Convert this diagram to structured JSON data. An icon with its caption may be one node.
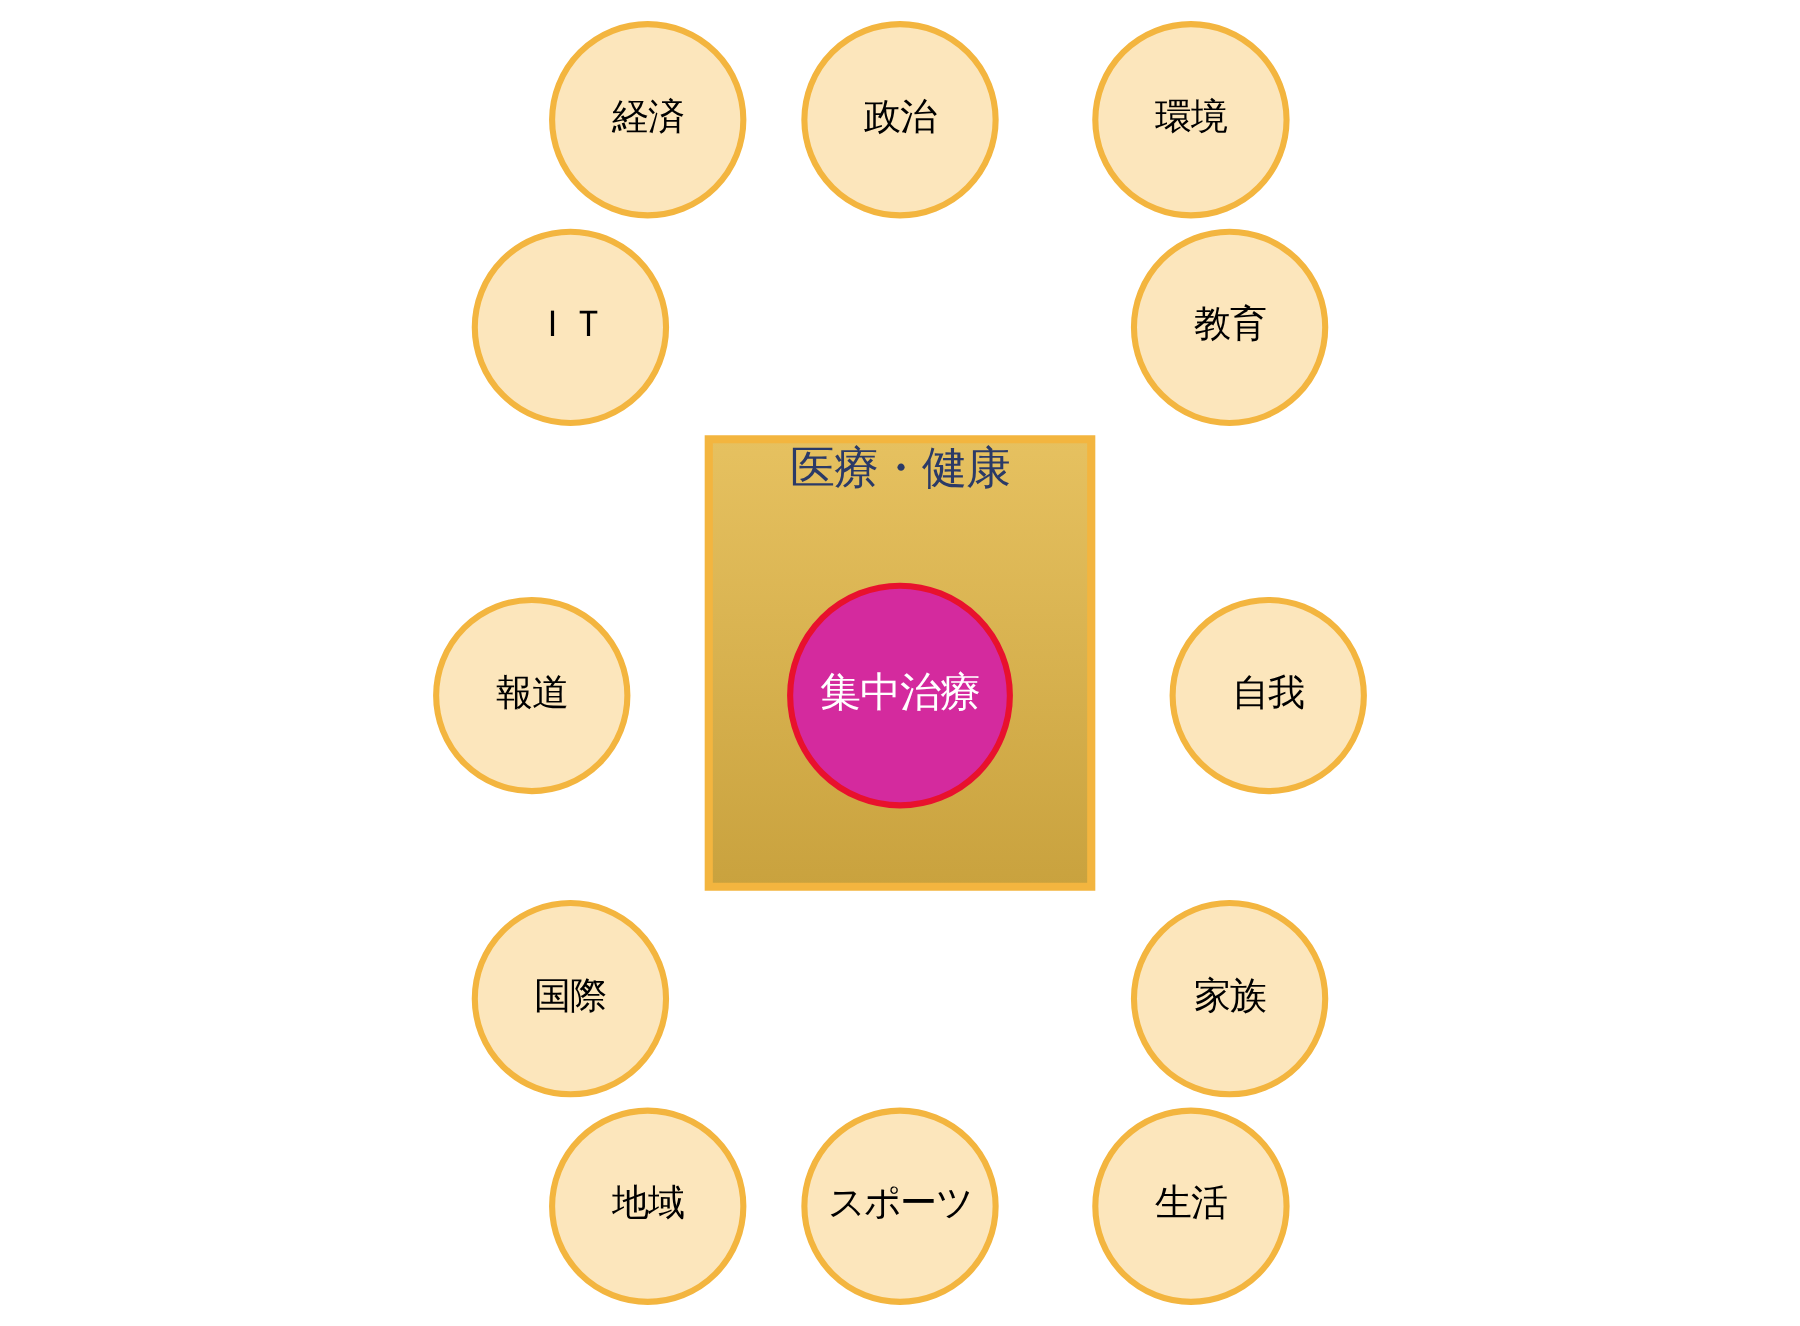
{
  "diagram": {
    "nodes": [
      {
        "text": [
          "医療・健康"
        ]
      },
      {
        "text": [
          "集中治療"
        ],
        "in": 0
      },
      {
        "text": [
          "政治"
        ]
      },
      {
        "text": [
          "環境"
        ]
      },
      {
        "text": [
          "教育"
        ]
      },
      {
        "text": [
          "自我"
        ]
      },
      {
        "text": [
          "家族"
        ]
      },
      {
        "text": [
          "生活"
        ]
      },
      {
        "text": [
          "スポーツ"
        ]
      },
      {
        "text": [
          "地域"
        ]
      },
      {
        "text": [
          "国際"
        ]
      },
      {
        "text": [
          "報道"
        ]
      },
      {
        "text": [
          "ＩＴ"
        ]
      },
      {
        "text": [
          "経済"
        ]
      }
    ]
  }
}
